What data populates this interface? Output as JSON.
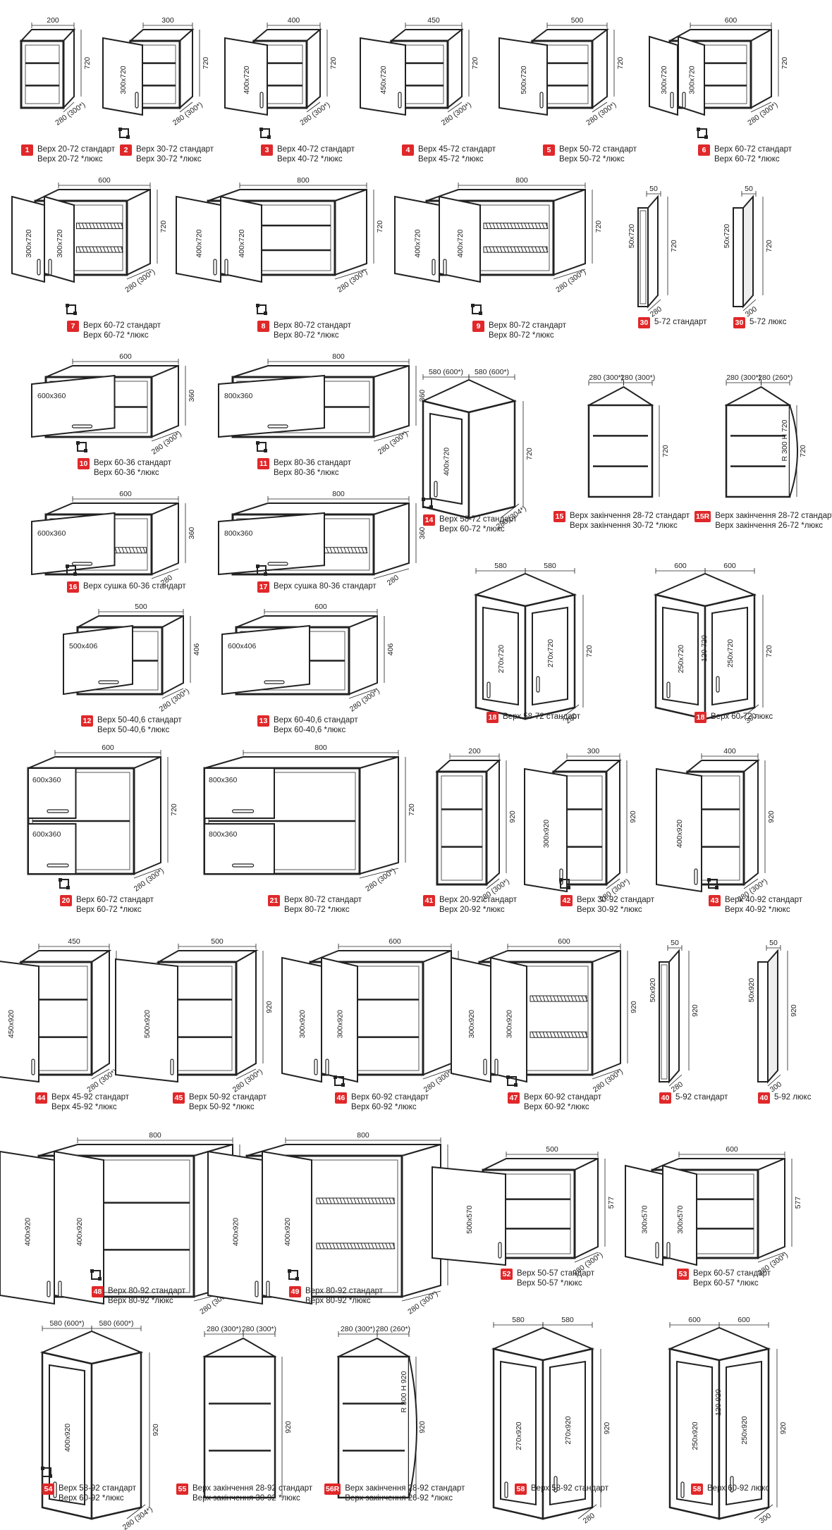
{
  "items": [
    {
      "badge": "1",
      "lines": [
        "Верх 20-72 стандарт",
        "Верх 20-72 *люкс"
      ],
      "width": "200",
      "height": "720",
      "depth": "280 (300*)",
      "door": "",
      "hinge": false
    },
    {
      "badge": "2",
      "lines": [
        "Верх 30-72 стандарт",
        "Верх 30-72 *люкс"
      ],
      "width": "300",
      "height": "720",
      "depth": "280 (300*)",
      "door": "300x720",
      "hinge": true
    },
    {
      "badge": "3",
      "lines": [
        "Верх 40-72 стандарт",
        "Верх 40-72 *люкс"
      ],
      "width": "400",
      "height": "720",
      "depth": "280 (300*)",
      "door": "400x720",
      "hinge": true
    },
    {
      "badge": "4",
      "lines": [
        "Верх 45-72 стандарт",
        "Верх 45-72 *люкс"
      ],
      "width": "450",
      "height": "720",
      "depth": "280 (300*)",
      "door": "450x720",
      "hinge": false
    },
    {
      "badge": "5",
      "lines": [
        "Верх 50-72 стандарт",
        "Верх 50-72 *люкс"
      ],
      "width": "500",
      "height": "720",
      "depth": "280 (300*)",
      "door": "500x720",
      "hinge": false
    },
    {
      "badge": "6",
      "lines": [
        "Верх 60-72 стандарт",
        "Верх 60-72 *люкс"
      ],
      "width": "600",
      "height": "720",
      "depth": "280 (300*)",
      "door": "300x720",
      "door2": "300x720",
      "hinge": true
    },
    {
      "badge": "7",
      "lines": [
        "Верх 60-72 стандарт",
        "Верх 60-72 *люкс"
      ],
      "width": "600",
      "height": "720",
      "depth": "280 (300*)",
      "door": "300x720",
      "door2": "300x720",
      "hinge": true
    },
    {
      "badge": "8",
      "lines": [
        "Верх 80-72 стандарт",
        "Верх 80-72 *люкс"
      ],
      "width": "800",
      "height": "720",
      "depth": "280 (300*)",
      "door": "400x720",
      "door2": "400x720",
      "hinge": true
    },
    {
      "badge": "9",
      "lines": [
        "Верх 80-72 стандарт",
        "Верх 80-72 *люкс"
      ],
      "width": "800",
      "height": "720",
      "depth": "280 (300*)",
      "door": "400x720",
      "door2": "400x720",
      "hinge": true
    },
    {
      "badge": "30",
      "lines": [
        "5-72 стандарт"
      ],
      "width": "50",
      "height": "720",
      "depth": "280",
      "door": "50x720",
      "hinge": false
    },
    {
      "badge": "30",
      "lines": [
        "5-72 люкс"
      ],
      "width": "50",
      "height": "720",
      "depth": "300",
      "door": "50x720",
      "hinge": false
    },
    {
      "badge": "10",
      "lines": [
        "Верх 60-36 стандарт",
        "Верх 60-36 *люкс"
      ],
      "width": "600",
      "height": "360",
      "depth": "280 (300*)",
      "door": "600x360",
      "hinge": true
    },
    {
      "badge": "11",
      "lines": [
        "Верх 80-36 стандарт",
        "Верх 80-36 *люкс"
      ],
      "width": "800",
      "height": "360",
      "depth": "280 (300*)",
      "door": "800x360",
      "hinge": true
    },
    {
      "badge": "14",
      "lines": [
        "Верх 58-72 стандарт",
        "Верх 60-72 *люкс"
      ],
      "width": "580 (600*)",
      "width2": "580 (600*)",
      "height": "720",
      "depth": "280 (304*)",
      "door": "400x720",
      "hinge": true
    },
    {
      "badge": "15",
      "lines": [
        "Верх закінчення 28-72 стандарт",
        "Верх закінчення 30-72 *люкс"
      ],
      "width": "280 (300*)",
      "width2": "280 (300*)",
      "height": "720",
      "depth": "",
      "door": "",
      "hinge": false
    },
    {
      "badge": "15R",
      "lines": [
        "Верх закінчення 28-72 стандарт",
        "Верх закінчення 26-72 *люкс"
      ],
      "width": "280 (300*)",
      "width2": "280 (260*)",
      "height": "720",
      "depth": "",
      "door": "R 300 H 720",
      "hinge": false
    },
    {
      "badge": "16",
      "lines": [
        "Верх сушка 60-36 стандарт"
      ],
      "width": "600",
      "height": "360",
      "depth": "280",
      "door": "600x360",
      "hinge": true
    },
    {
      "badge": "17",
      "lines": [
        "Верх сушка 80-36 стандарт"
      ],
      "width": "800",
      "height": "360",
      "depth": "280",
      "door": "800x360",
      "hinge": true
    },
    {
      "badge": "18",
      "lines": [
        "Верх 58-72 стандарт"
      ],
      "width": "580",
      "width2": "580",
      "height": "720",
      "depth": "280",
      "door": "270x720",
      "door2": "270x720",
      "hinge": false
    },
    {
      "badge": "18",
      "lines": [
        "Верх 60-72 люкс"
      ],
      "width": "600",
      "width2": "600",
      "height": "720",
      "depth": "300",
      "door": "250x720",
      "door2": "250x720",
      "door3": "120 720",
      "hinge": false
    },
    {
      "badge": "12",
      "lines": [
        "Верх 50-40,6 стандарт",
        "Верх 50-40,6 *люкс"
      ],
      "width": "500",
      "height": "406",
      "depth": "280 (300*)",
      "door": "500x406",
      "hinge": false
    },
    {
      "badge": "13",
      "lines": [
        "Верх 60-40,6 стандарт",
        "Верх 60-40,6 *люкс"
      ],
      "width": "600",
      "height": "406",
      "depth": "280 (300*)",
      "door": "600x406",
      "hinge": false
    },
    {
      "badge": "20",
      "lines": [
        "Верх 60-72 стандарт",
        "Верх 60-72 *люкс"
      ],
      "width": "600",
      "height": "720",
      "depth": "280 (300*)",
      "door": "600x360",
      "door2": "600x360",
      "hinge": true
    },
    {
      "badge": "21",
      "lines": [
        "Верх 80-72 стандарт",
        "Верх 80-72 *люкс"
      ],
      "width": "800",
      "height": "720",
      "depth": "280 (300*)",
      "door": "800x360",
      "door2": "800x360",
      "hinge": false
    },
    {
      "badge": "41",
      "lines": [
        "Верх 20-92 стандарт",
        "Верх 20-92 *люкс"
      ],
      "width": "200",
      "height": "920",
      "depth": "280 (300*)",
      "door": "",
      "hinge": false
    },
    {
      "badge": "42",
      "lines": [
        "Верх 30-92 стандарт",
        "Верх 30-92 *люкс"
      ],
      "width": "300",
      "height": "920",
      "depth": "280 (300*)",
      "door": "300x920",
      "hinge": true
    },
    {
      "badge": "43",
      "lines": [
        "Верх 40-92 стандарт",
        "Верх 40-92 *люкс"
      ],
      "width": "400",
      "height": "920",
      "depth": "280 (300*)",
      "door": "400x920",
      "hinge": true
    },
    {
      "badge": "44",
      "lines": [
        "Верх 45-92 стандарт",
        "Верх 45-92 *люкс"
      ],
      "width": "450",
      "height": "920",
      "depth": "280 (300*)",
      "door": "450x920",
      "hinge": false
    },
    {
      "badge": "45",
      "lines": [
        "Верх 50-92 стандарт",
        "Верх 50-92 *люкс"
      ],
      "width": "500",
      "height": "920",
      "depth": "280 (300*)",
      "door": "500x920",
      "hinge": false
    },
    {
      "badge": "46",
      "lines": [
        "Верх 60-92 стандарт",
        "Верх 60-92 *люкс"
      ],
      "width": "600",
      "height": "920",
      "depth": "280 (300*)",
      "door": "300x920",
      "door2": "300x920",
      "hinge": true
    },
    {
      "badge": "47",
      "lines": [
        "Верх 60-92 стандарт",
        "Верх 60-92 *люкс"
      ],
      "width": "600",
      "height": "920",
      "depth": "280 (300*)",
      "door": "300x920",
      "door2": "300x920",
      "hinge": true
    },
    {
      "badge": "40",
      "lines": [
        "5-92 стандарт"
      ],
      "width": "50",
      "height": "920",
      "depth": "280",
      "door": "50x920",
      "hinge": false
    },
    {
      "badge": "40",
      "lines": [
        "5-92 люкс"
      ],
      "width": "50",
      "height": "920",
      "depth": "300",
      "door": "50x920",
      "hinge": false
    },
    {
      "badge": "48",
      "lines": [
        "Верх 80-92 стандарт",
        "Верх 80-92 *люкс"
      ],
      "width": "800",
      "height": "920",
      "depth": "280 (300*)",
      "door": "400x920",
      "door2": "400x920",
      "hinge": true
    },
    {
      "badge": "49",
      "lines": [
        "Верх 80-92 стандарт",
        "Верх 80-92 *люкс"
      ],
      "width": "800",
      "height": "920",
      "depth": "280 (300*)",
      "door": "400x920",
      "door2": "400x920",
      "hinge": true
    },
    {
      "badge": "52",
      "lines": [
        "Верх 50-57 стандарт",
        "Верх 50-57 *люкс"
      ],
      "width": "500",
      "height": "577",
      "depth": "280 (300*)",
      "door": "500x570",
      "hinge": false
    },
    {
      "badge": "53",
      "lines": [
        "Верх 60-57 стандарт",
        "Верх 60-57 *люкс"
      ],
      "width": "600",
      "height": "577",
      "depth": "280 (300*)",
      "door": "300x570",
      "door2": "300x570",
      "hinge": false
    },
    {
      "badge": "54",
      "lines": [
        "Верх 58-92 стандарт",
        "Верх 60-92 *люкс"
      ],
      "width": "580 (600*)",
      "width2": "580 (600*)",
      "height": "920",
      "depth": "280 (304*)",
      "door": "400x920",
      "hinge": true
    },
    {
      "badge": "55",
      "lines": [
        "Верх закінчення 28-92 стандарт",
        "Верх закінчення 30-92 *люкс"
      ],
      "width": "280 (300*)",
      "width2": "280 (300*)",
      "height": "920",
      "depth": "",
      "door": "",
      "hinge": false
    },
    {
      "badge": "56R",
      "lines": [
        "Верх закінчення 28-92 стандарт",
        "Верх закінчення 26-92 *люкс"
      ],
      "width": "280 (300*)",
      "width2": "280 (260*)",
      "height": "920",
      "depth": "",
      "door": "R 300 H 920",
      "hinge": false
    },
    {
      "badge": "58",
      "lines": [
        "Верх 58-92 стандарт"
      ],
      "width": "580",
      "width2": "580",
      "height": "920",
      "depth": "280",
      "door": "270x920",
      "door2": "270x920",
      "hinge": false
    },
    {
      "badge": "58",
      "lines": [
        "Верх 60-92 люкс"
      ],
      "width": "600",
      "width2": "600",
      "height": "920",
      "depth": "300",
      "door": "250x920",
      "door2": "250x920",
      "door3": "120 920",
      "hinge": false
    }
  ],
  "colors": {
    "badge": "#e0282a",
    "line": "#222222",
    "panel": "#ffffff",
    "edge": "#555555"
  }
}
